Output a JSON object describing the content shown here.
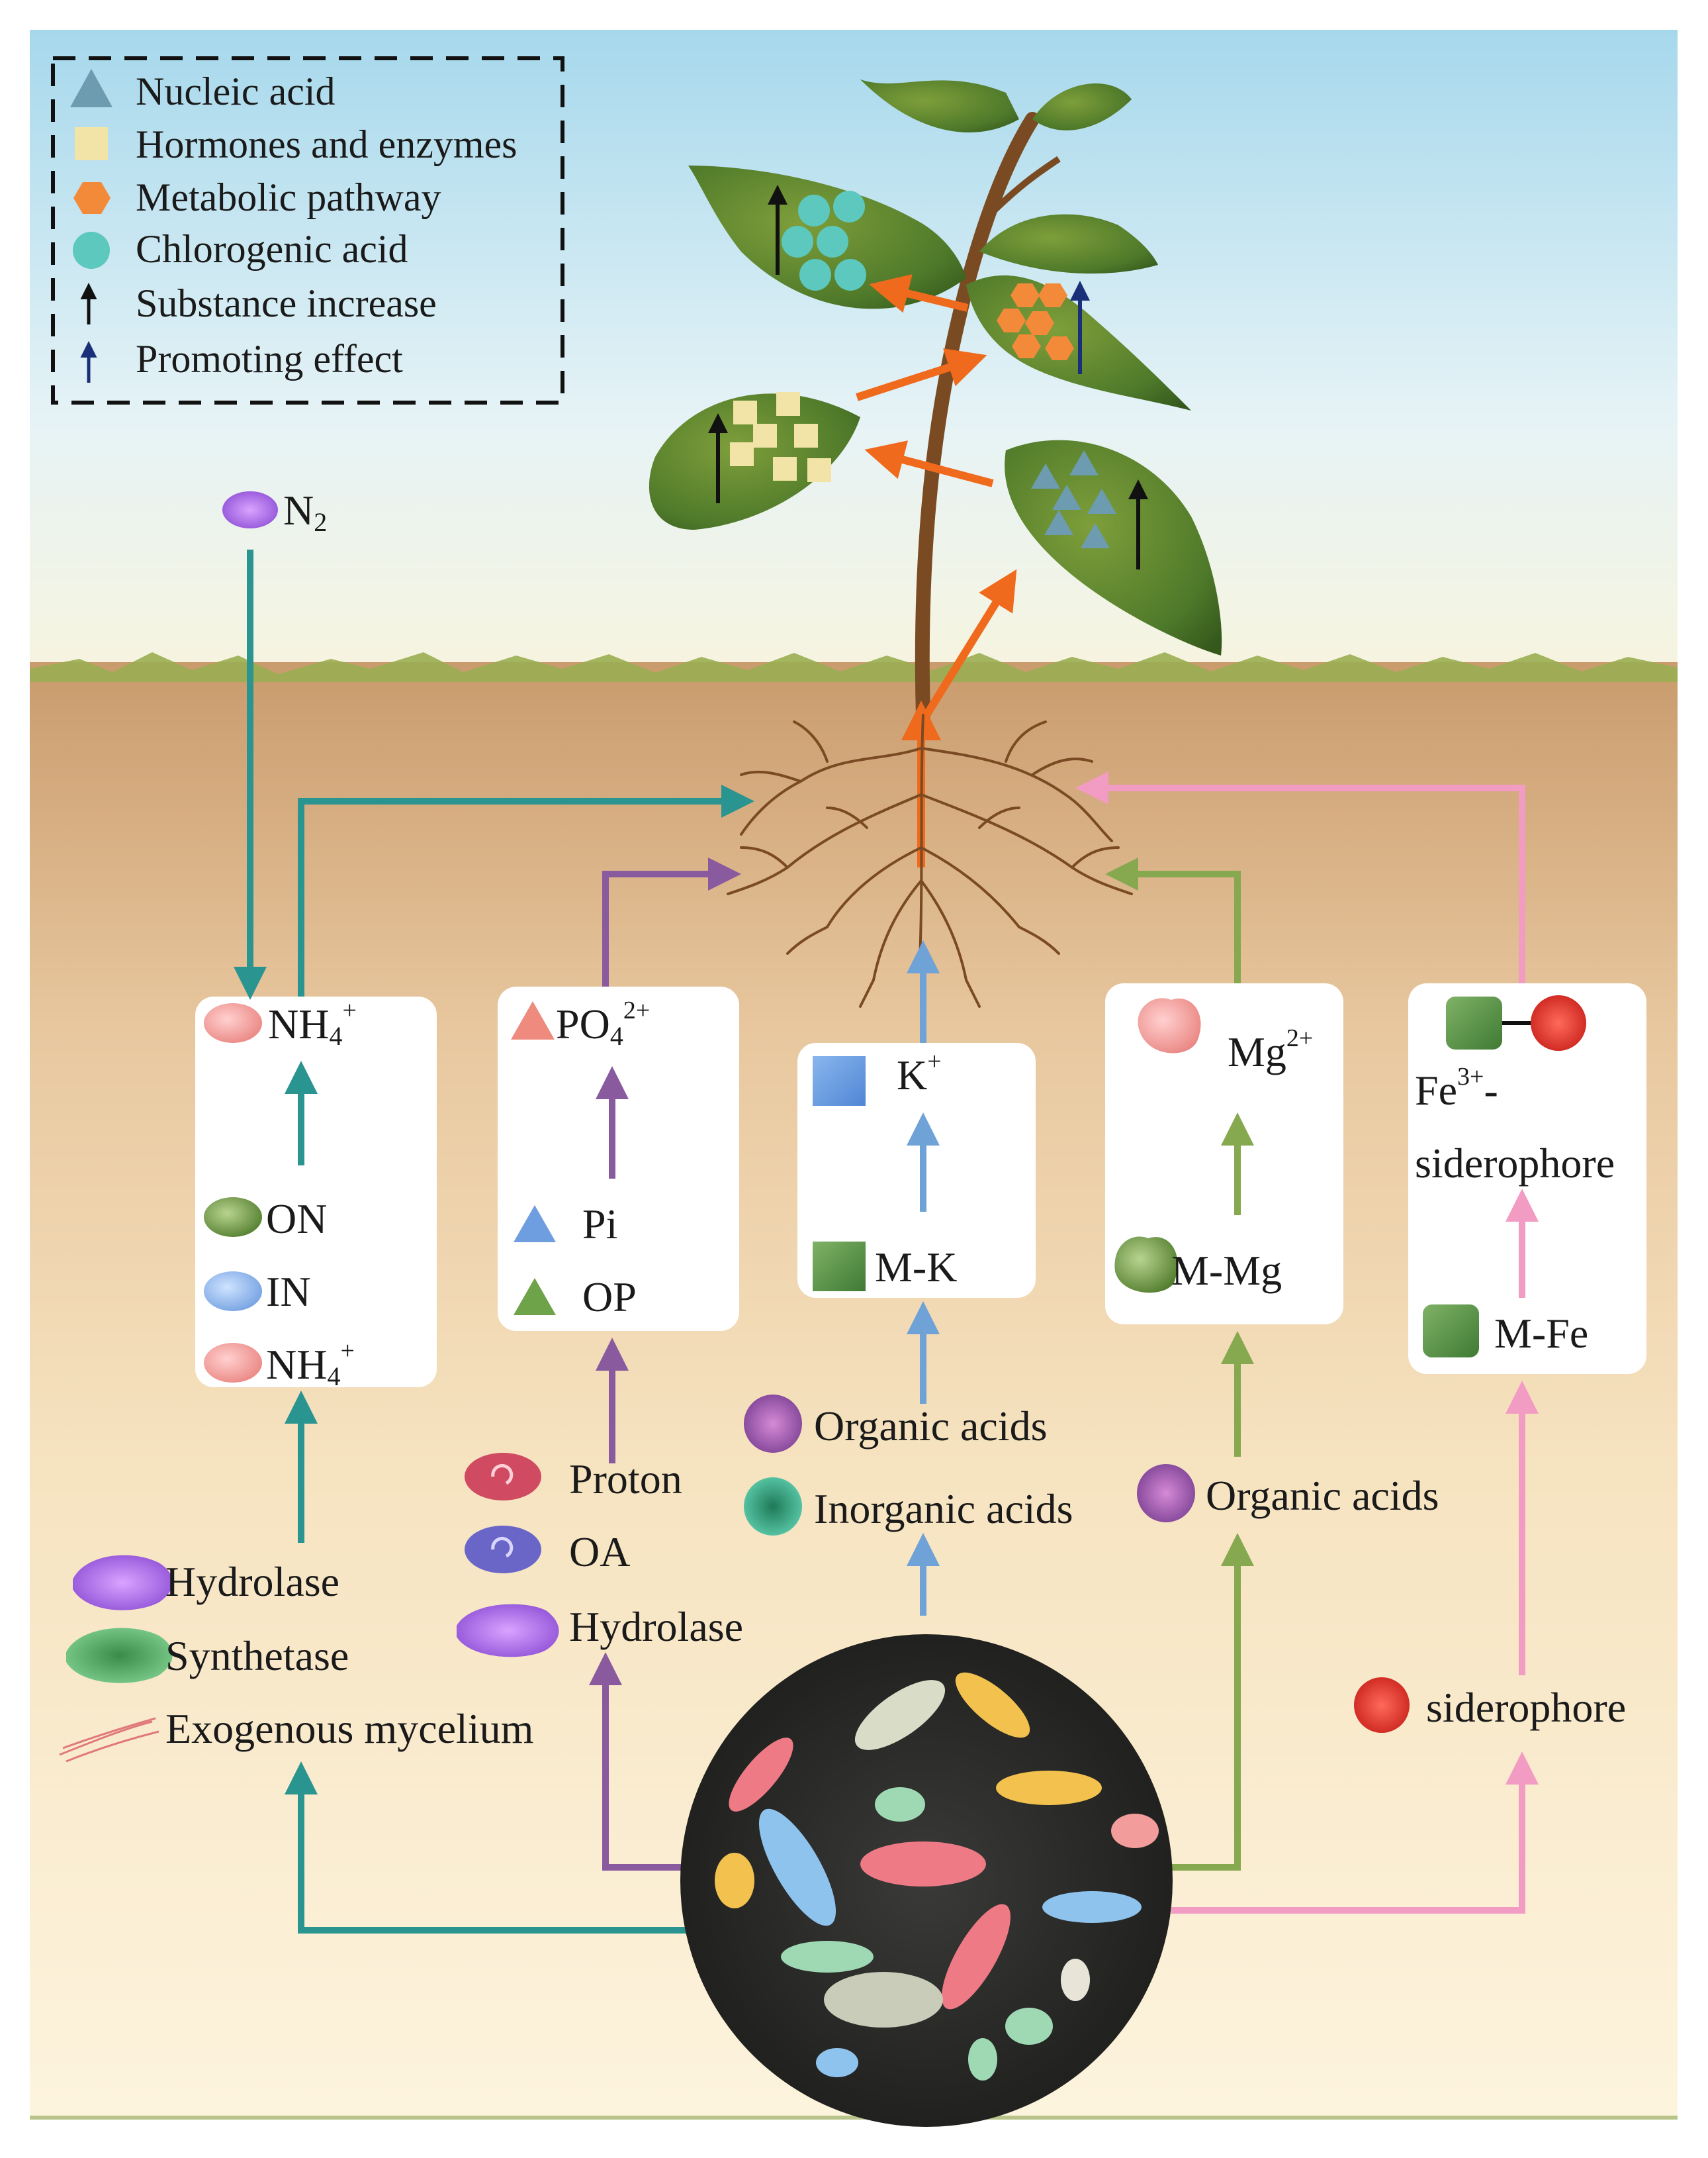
{
  "legend": {
    "items": [
      {
        "label": "Nucleic acid",
        "icon": "triangle-icon"
      },
      {
        "label": "Hormones and enzymes",
        "icon": "square-icon"
      },
      {
        "label": "Metabolic pathway",
        "icon": "hexagon-icon"
      },
      {
        "label": "Chlorogenic acid",
        "icon": "circle-icon"
      },
      {
        "label": "Substance increase",
        "icon": "black-arrow-icon"
      },
      {
        "label": "Promoting effect",
        "icon": "blue-arrow-icon"
      }
    ]
  },
  "nitrogen": {
    "n2": "N",
    "n2_sub": "2",
    "nh4_top": "NH",
    "nh4_top_sub": "4",
    "nh4_top_sup": "+",
    "on": "ON",
    "in": "IN",
    "nh4_bottom": "NH",
    "nh4_bottom_sub": "4",
    "nh4_bottom_sup": "+",
    "agents": [
      "Hydrolase",
      "Synthetase",
      "Exogenous mycelium"
    ]
  },
  "phosphorus": {
    "po4": "PO",
    "po4_sub": "4",
    "po4_sup": "2+",
    "pi": "Pi",
    "op": "OP",
    "agents": [
      "Proton",
      "OA",
      "Hydrolase"
    ]
  },
  "potassium": {
    "k": "K",
    "k_sup": "+",
    "mk": "M-K",
    "agents": [
      "Organic acids",
      "Inorganic acids"
    ]
  },
  "magnesium": {
    "mg": "Mg",
    "mg_sup": "2+",
    "mmg": "M-Mg",
    "agents": [
      "Organic acids"
    ]
  },
  "iron": {
    "fe": "Fe",
    "fe_sup": "3+",
    "fe_dash": "-",
    "siderophore_complex": "siderophore",
    "mfe": "M-Fe",
    "agent": "siderophore"
  },
  "colors": {
    "nitrogen_arrow": "#2a9490",
    "phosphorus_arrow": "#8a5a9e",
    "potassium_arrow": "#6fa2d6",
    "magnesium_arrow": "#86a84f",
    "iron_arrow": "#f29cc4",
    "plant_arrow": "#ef6a1c",
    "sky_top": "#a6d8ec",
    "soil_top": "#c89a6c",
    "soil_bottom": "#fdf3dd"
  }
}
